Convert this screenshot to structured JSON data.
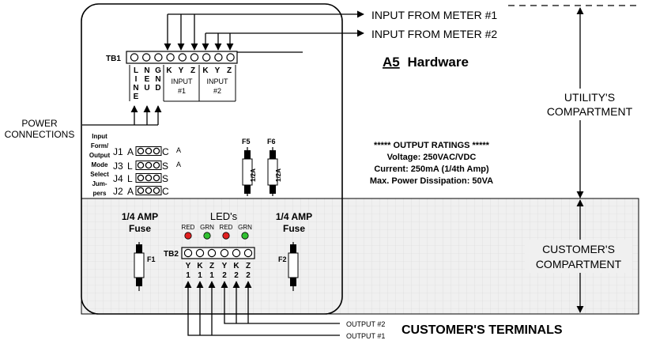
{
  "labels": {
    "input_meter_1": "INPUT FROM METER #1",
    "input_meter_2": "INPUT FROM METER #2",
    "hardware_model": "A5",
    "hardware_word": "Hardware",
    "utility_line1": "UTILITY'S",
    "utility_line2": "COMPARTMENT",
    "customer_line1": "CUSTOMER'S",
    "customer_line2": "COMPARTMENT",
    "power_line1": "POWER",
    "power_line2": "CONNECTIONS",
    "customer_terminals": "CUSTOMER'S TERMINALS",
    "output_2": "OUTPUT #2",
    "output_1": "OUTPUT #1"
  },
  "tb1": {
    "label": "TB1",
    "letters": [
      "K",
      "Y",
      "Z",
      "K",
      "Y",
      "Z"
    ],
    "line_letters": [
      "L",
      "I",
      "N",
      "E"
    ],
    "neut_letters": [
      "N",
      "E",
      "U"
    ],
    "gnd_letters": [
      "G",
      "N",
      "D"
    ],
    "input1_line1": "INPUT",
    "input1_line2": "#1",
    "input2_line1": "INPUT",
    "input2_line2": "#2"
  },
  "jumpers": {
    "side_label": [
      "Input",
      "Form/",
      "Output",
      "Mode",
      "Select",
      "Jum-",
      "pers"
    ],
    "rows": [
      {
        "name": "J1",
        "left": "A",
        "right": "C",
        "note": "A"
      },
      {
        "name": "J3",
        "left": "L",
        "right": "S",
        "note": "A"
      },
      {
        "name": "J4",
        "left": "L",
        "right": "S",
        "note": ""
      },
      {
        "name": "J2",
        "left": "A",
        "right": "C",
        "note": ""
      }
    ]
  },
  "fuses_top": {
    "f5": {
      "label": "F5",
      "rating": "1/2A"
    },
    "f6": {
      "label": "F6",
      "rating": "1/2A"
    }
  },
  "ratings": {
    "header": "***** OUTPUT RATINGS *****",
    "voltage": "Voltage: 250VAC/VDC",
    "current": "Current: 250mA (1/4th Amp)",
    "power": "Max. Power Dissipation: 50VA"
  },
  "customer": {
    "fuse_left_line1": "1/4 AMP",
    "fuse_left_line2": "Fuse",
    "fuse_right_line1": "1/4 AMP",
    "fuse_right_line2": "Fuse",
    "f1": "F1",
    "f2": "F2",
    "leds_title": "LED's",
    "led_labels": [
      "RED",
      "GRN",
      "RED",
      "GRN"
    ],
    "tb2_label": "TB2",
    "tb2_letters": [
      "Y",
      "K",
      "Z",
      "Y",
      "K",
      "Z"
    ],
    "tb2_numbers": [
      "1",
      "1",
      "1",
      "2",
      "2",
      "2"
    ]
  },
  "colors": {
    "led_red": "#e02020",
    "led_green": "#30c030",
    "customer_bg": "#f0f0f0",
    "grid": "#d6d6d6"
  }
}
